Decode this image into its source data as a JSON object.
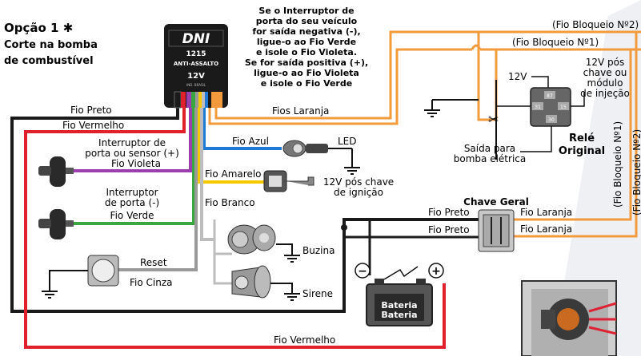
{
  "title": {
    "line1": "Opção 1",
    "star": "✱",
    "line2": "Corte na bomba",
    "line3": "de combustível"
  },
  "note": [
    "Se o Interruptor de",
    "porta do seu veículo",
    "for saída negativa (-),",
    "ligue-o ao Fio Verde",
    "e isole o Fio Violeta.",
    "Se for saída positiva (+),",
    "ligue-o ao Fio Violeta",
    "e isole o Fio Verde"
  ],
  "module": {
    "brand": "DNI",
    "model": "1215",
    "subtitle": "ANTI-ASSALTO",
    "voltage": "12V",
    "origin": "IND. BRASIL"
  },
  "wires": {
    "preto": "Fio Preto",
    "vermelho": "Fio Vermelho",
    "laranja": "Fios Laranja",
    "azul": "Fio Azul",
    "amarelo": "Fio Amarelo",
    "branco": "Fio Branco",
    "cinza": "Fio Cinza",
    "violeta": "Fio Violeta",
    "verde": "Fio Verde",
    "vermelho_bottom": "Fio Vermelho",
    "preto_chave1": "Fio Preto",
    "preto_chave2": "Fio Preto",
    "laranja_chave1": "Fio Laranja",
    "laranja_chave2": "Fio Laranja"
  },
  "labels": {
    "interruptor_pos_1": "Interruptor de",
    "interruptor_pos_2": "porta ou sensor (+)",
    "interruptor_neg_1": "Interruptor",
    "interruptor_neg_2": "de porta (-)",
    "led": "LED",
    "ignicao_1": "12V pós chave",
    "ignicao_2": "de ignição",
    "reset": "Reset",
    "buzina": "Buzina",
    "sirene": "Sirene",
    "bateria": "Bateria",
    "chave_geral": "Chave Geral",
    "bloqueio2": "(Fio Bloqueio Nº2)",
    "bloqueio1": "(Fio Bloqueio Nº1)",
    "bloqueio1_v": "(Fio Bloqueio Nº1)",
    "bloqueio2_v": "(Fio Bloqueio Nº2)",
    "v12": "12V",
    "pos_chave_1": "12V pós",
    "pos_chave_2": "chave ou",
    "pos_chave_3": "módulo",
    "pos_chave_4": "de injeção",
    "saida_1": "Saída para",
    "saida_2": "bomba elétrica",
    "rele_1": "Relé",
    "rele_2": "Original",
    "pin87": "87",
    "pin31": "31",
    "pin15": "15",
    "pin30": "30",
    "minus": "−",
    "plus": "+"
  },
  "colors": {
    "preto": "#1a1a1a",
    "vermelho": "#e0202a",
    "laranja": "#f39a3c",
    "azul": "#1f7ad6",
    "amarelo": "#f5c800",
    "branco": "#bdbdbd",
    "cinza": "#9a9a9a",
    "violeta": "#9b3fb0",
    "verde": "#3aa640"
  }
}
